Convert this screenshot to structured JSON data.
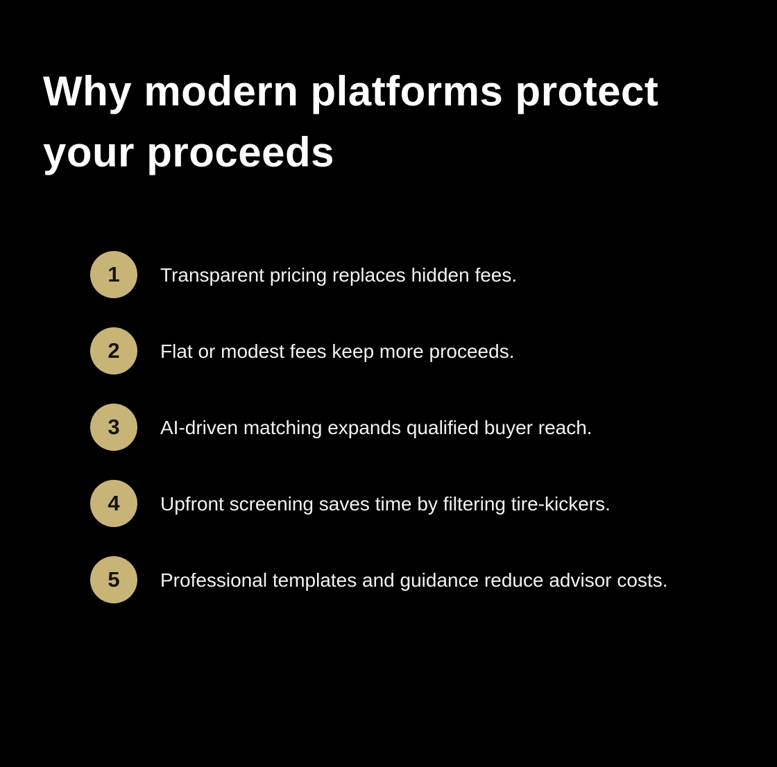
{
  "page": {
    "title": "Why modern platforms protect your proceeds",
    "background_color": "#000000",
    "heading_color": "#ffffff",
    "accent_color": "#c9b478",
    "body_text_color": "#f2f2f2"
  },
  "list": {
    "items": [
      {
        "number": "1",
        "text": "Transparent pricing replaces hidden fees."
      },
      {
        "number": "2",
        "text": "Flat or modest fees keep more proceeds."
      },
      {
        "number": "3",
        "text": "AI-driven matching expands qualified buyer reach."
      },
      {
        "number": "4",
        "text": "Upfront screening saves time by filtering tire-kickers."
      },
      {
        "number": "5",
        "text": "Professional templates and guidance reduce advisor costs."
      }
    ]
  }
}
